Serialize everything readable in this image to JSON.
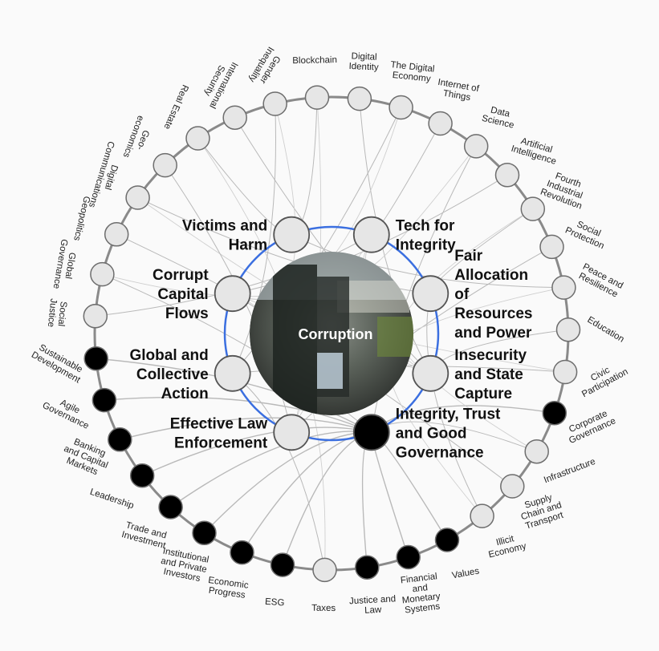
{
  "center": {
    "label": "Corruption"
  },
  "colors": {
    "light_node": "#e6e6e6",
    "dark_node": "#000000",
    "ring_line": "#8a8a8a",
    "inner_ring": "#3b6fe0",
    "link": "#b9b9b9"
  },
  "inner_nodes": [
    {
      "id": "victims",
      "label": "Victims and\nHarm",
      "dark": false
    },
    {
      "id": "tech",
      "label": "Tech for\nIntegrity",
      "dark": false
    },
    {
      "id": "fair",
      "label": "Fair\nAllocation\nof\nResources\nand Power",
      "dark": false
    },
    {
      "id": "insecurity",
      "label": "Insecurity\nand State\nCapture",
      "dark": false
    },
    {
      "id": "integrity",
      "label": "Integrity, Trust\nand Good\nGovernance",
      "dark": true
    },
    {
      "id": "law",
      "label": "Effective Law\nEnforcement",
      "dark": false
    },
    {
      "id": "collective",
      "label": "Global and\nCollective\nAction",
      "dark": false
    },
    {
      "id": "capital",
      "label": "Corrupt\nCapital\nFlows",
      "dark": false
    }
  ],
  "outer_nodes": [
    {
      "label": "Blockchain",
      "dark": false
    },
    {
      "label": "Digital\nIdentity",
      "dark": false
    },
    {
      "label": "The Digital\nEconomy",
      "dark": false
    },
    {
      "label": "Internet of\nThings",
      "dark": false
    },
    {
      "label": "Data\nScience",
      "dark": false
    },
    {
      "label": "Artificial\nIntelligence",
      "dark": false
    },
    {
      "label": "Fourth\nIndustrial\nRevolution",
      "dark": false
    },
    {
      "label": "Social\nProtection",
      "dark": false
    },
    {
      "label": "Peace and\nResilience",
      "dark": false
    },
    {
      "label": "Education",
      "dark": false
    },
    {
      "label": "Civic\nParticipation",
      "dark": false
    },
    {
      "label": "Corporate\nGovernance",
      "dark": true
    },
    {
      "label": "Infrastructure",
      "dark": false
    },
    {
      "label": "Supply\nChain and\nTransport",
      "dark": false
    },
    {
      "label": "Illicit\nEconomy",
      "dark": false
    },
    {
      "label": "Values",
      "dark": true
    },
    {
      "label": "Financial\nand\nMonetary\nSystems",
      "dark": true
    },
    {
      "label": "Justice and\nLaw",
      "dark": true
    },
    {
      "label": "Taxes",
      "dark": false
    },
    {
      "label": "ESG",
      "dark": true
    },
    {
      "label": "Economic\nProgress",
      "dark": true
    },
    {
      "label": "Institutional\nand Private\nInvestors",
      "dark": true
    },
    {
      "label": "Trade and\nInvestment",
      "dark": true
    },
    {
      "label": "Leadership",
      "dark": true
    },
    {
      "label": "Banking\nand Capital\nMarkets",
      "dark": true
    },
    {
      "label": "Agile\nGovernance",
      "dark": true
    },
    {
      "label": "Sustainable\nDevelopment",
      "dark": true
    },
    {
      "label": "Social\nJustice",
      "dark": false
    },
    {
      "label": "Global\nGovernance",
      "dark": false
    },
    {
      "label": "Geopolitics",
      "dark": false
    },
    {
      "label": "Digital\nCommunications",
      "dark": false
    },
    {
      "label": "Geo-\neconomics",
      "dark": false
    },
    {
      "label": "Real Estate",
      "dark": false
    },
    {
      "label": "International\nSecurity",
      "dark": false
    },
    {
      "label": "Gender\nInequality",
      "dark": false
    }
  ]
}
